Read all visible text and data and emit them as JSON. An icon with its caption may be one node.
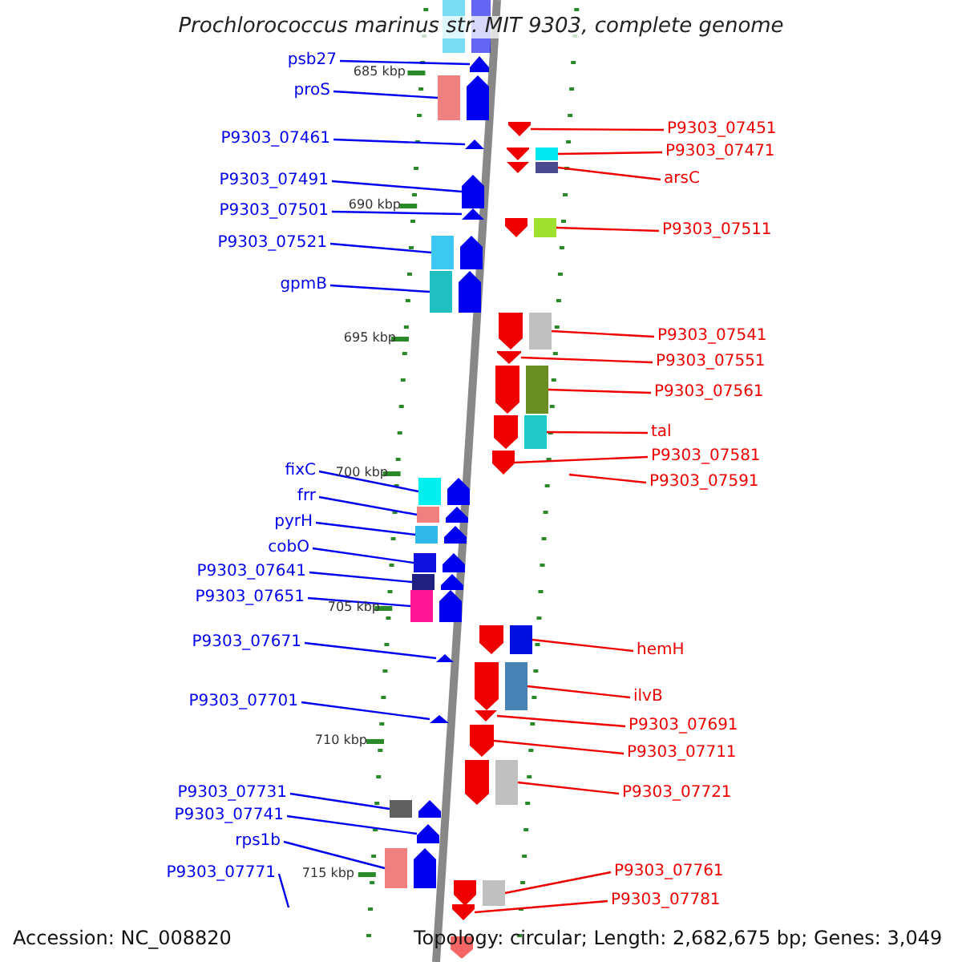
{
  "diagram": {
    "title": "Prochlorococcus marinus str. MIT 9303, complete genome",
    "nodes": [
      {
        "text": [
          "psb27"
        ]
      },
      {
        "text": [],
        "shape": "arrow"
      },
      {
        "text": [
          "proS"
        ]
      },
      {
        "text": [],
        "shape": "arrow"
      },
      {
        "text": [
          "P9303_07461"
        ]
      },
      {
        "text": [],
        "shape": "arrow"
      },
      {
        "text": [
          "P9303_07491"
        ]
      },
      {
        "text": [],
        "shape": "arrow"
      },
      {
        "text": [
          "P9303_07501"
        ]
      },
      {
        "text": [],
        "shape": "arrow"
      },
      {
        "text": [
          "P9303_07521"
        ]
      },
      {
        "text": [],
        "shape": "arrow"
      },
      {
        "text": [
          "gpmB"
        ]
      },
      {
        "text": [],
        "shape": "arrow"
      },
      {
        "text": [
          "P9303_07451"
        ]
      },
      {
        "text": [],
        "shape": "arrow"
      },
      {
        "text": [
          "P9303_07471"
        ]
      },
      {
        "text": [],
        "shape": "arrow"
      },
      {
        "text": [
          "arsC"
        ]
      },
      {
        "text": [],
        "shape": "arrow"
      },
      {
        "text": [
          "P9303_07511"
        ]
      },
      {
        "text": [],
        "shape": "arrow"
      },
      {
        "text": [
          "P9303_07541"
        ]
      },
      {
        "text": [],
        "shape": "arrow"
      },
      {
        "text": [
          "P9303_07551"
        ]
      },
      {
        "text": [],
        "shape": "arrow"
      },
      {
        "text": [
          "P9303_07561"
        ]
      },
      {
        "text": [],
        "shape": "arrow"
      },
      {
        "text": [
          "tal"
        ]
      },
      {
        "text": [],
        "shape": "arrow"
      },
      {
        "text": [
          "P9303_07581"
        ]
      },
      {
        "text": [],
        "shape": "arrow"
      },
      {
        "text": [
          "P9303_07591"
        ]
      },
      {
        "text": [
          "fixC"
        ]
      },
      {
        "text": [],
        "shape": "arrow"
      },
      {
        "text": [
          "frr"
        ]
      },
      {
        "text": [],
        "shape": "arrow"
      },
      {
        "text": [
          "pyrH"
        ]
      },
      {
        "text": [],
        "shape": "arrow"
      },
      {
        "text": [
          "cobO"
        ]
      },
      {
        "text": [],
        "shape": "arrow"
      },
      {
        "text": [
          "P9303_07641"
        ]
      },
      {
        "text": [],
        "shape": "arrow"
      },
      {
        "text": [
          "P9303_07651"
        ]
      },
      {
        "text": [],
        "shape": "arrow"
      },
      {
        "text": [
          "P9303_07671"
        ]
      },
      {
        "text": [],
        "shape": "arrow"
      },
      {
        "text": [
          "P9303_07701"
        ]
      },
      {
        "text": [],
        "shape": "arrow"
      },
      {
        "text": [
          "hemH"
        ]
      },
      {
        "text": [],
        "shape": "arrow"
      },
      {
        "text": [
          "ilvB"
        ]
      },
      {
        "text": [],
        "shape": "arrow"
      },
      {
        "text": [
          "P9303_07691"
        ]
      },
      {
        "text": [],
        "shape": "arrow"
      },
      {
        "text": [
          "P9303_07711"
        ]
      },
      {
        "text": [],
        "shape": "arrow"
      },
      {
        "text": [
          "P9303_07721"
        ]
      },
      {
        "text": [],
        "shape": "arrow"
      },
      {
        "text": [
          "P9303_07731"
        ]
      },
      {
        "text": [],
        "shape": "arrow"
      },
      {
        "text": [
          "P9303_07741"
        ]
      },
      {
        "text": [],
        "shape": "arrow"
      },
      {
        "text": [
          "rps1b"
        ]
      },
      {
        "text": [],
        "shape": "arrow"
      },
      {
        "text": [
          "P9303_07771"
        ]
      },
      {
        "text": [
          "P9303_07761"
        ]
      },
      {
        "text": [],
        "shape": "arrow"
      },
      {
        "text": [
          "P9303_07781"
        ]
      },
      {
        "text": [],
        "shape": "arrow"
      }
    ],
    "edges": [
      {
        "from": 0,
        "to": 1,
        "arrow": "none"
      },
      {
        "from": 2,
        "to": 3,
        "arrow": "none"
      },
      {
        "from": 4,
        "to": 5,
        "arrow": "none"
      },
      {
        "from": 6,
        "to": 7,
        "arrow": "none"
      },
      {
        "from": 8,
        "to": 9,
        "arrow": "none"
      },
      {
        "from": 10,
        "to": 11,
        "arrow": "none"
      },
      {
        "from": 12,
        "to": 13,
        "arrow": "none"
      },
      {
        "from": 14,
        "to": 15,
        "arrow": "none",
        "color": "#ee0000"
      },
      {
        "from": 16,
        "to": 17,
        "arrow": "none",
        "color": "#ee0000"
      },
      {
        "from": 18,
        "to": 19,
        "arrow": "none",
        "color": "#ee0000"
      },
      {
        "from": 20,
        "to": 21,
        "arrow": "none",
        "color": "#ee0000"
      },
      {
        "from": 22,
        "to": 23,
        "arrow": "none",
        "color": "#ee0000"
      },
      {
        "from": 24,
        "to": 25,
        "arrow": "none",
        "color": "#ee0000"
      },
      {
        "from": 26,
        "to": 27,
        "arrow": "none",
        "color": "#ee0000"
      },
      {
        "from": 28,
        "to": 29,
        "arrow": "none",
        "color": "#ee0000"
      },
      {
        "from": 30,
        "to": 31,
        "arrow": "none",
        "color": "#ee0000"
      },
      {
        "from": 32,
        "to": null,
        "arrow": "none",
        "color": "#ee0000"
      },
      {
        "from": 33,
        "to": 34,
        "arrow": "none"
      },
      {
        "from": 35,
        "to": 36,
        "arrow": "none"
      },
      {
        "from": 37,
        "to": 38,
        "arrow": "none"
      },
      {
        "from": 39,
        "to": 40,
        "arrow": "none"
      },
      {
        "from": 41,
        "to": 42,
        "arrow": "none"
      },
      {
        "from": 43,
        "to": 44,
        "arrow": "none"
      },
      {
        "from": 45,
        "to": 46,
        "arrow": "none"
      },
      {
        "from": 47,
        "to": 48,
        "arrow": "none"
      },
      {
        "from": 49,
        "to": 50,
        "arrow": "none",
        "color": "#ee0000"
      },
      {
        "from": 51,
        "to": 52,
        "arrow": "none",
        "color": "#ee0000"
      },
      {
        "from": 53,
        "to": 54,
        "arrow": "none",
        "color": "#ee0000"
      },
      {
        "from": 55,
        "to": 56,
        "arrow": "none",
        "color": "#ee0000"
      },
      {
        "from": 57,
        "to": 58,
        "arrow": "none",
        "color": "#ee0000"
      },
      {
        "from": 59,
        "to": 60,
        "arrow": "none"
      },
      {
        "from": 61,
        "to": 62,
        "arrow": "none"
      },
      {
        "from": 63,
        "to": 64,
        "arrow": "none"
      },
      {
        "from": 65,
        "to": null,
        "arrow": "none"
      },
      {
        "from": 66,
        "to": 67,
        "arrow": "none",
        "color": "#ee0000"
      },
      {
        "from": 68,
        "to": 69,
        "arrow": "none",
        "color": "#ee0000"
      }
    ],
    "labels": [
      "685 kbp",
      "690 kbp",
      "695 kbp",
      "700 kbp",
      "705 kbp",
      "710 kbp",
      "715 kbp",
      "Accession: NC_008820",
      "Topology: circular; Length: 2,682,675 bp; Genes: 3,049"
    ]
  }
}
